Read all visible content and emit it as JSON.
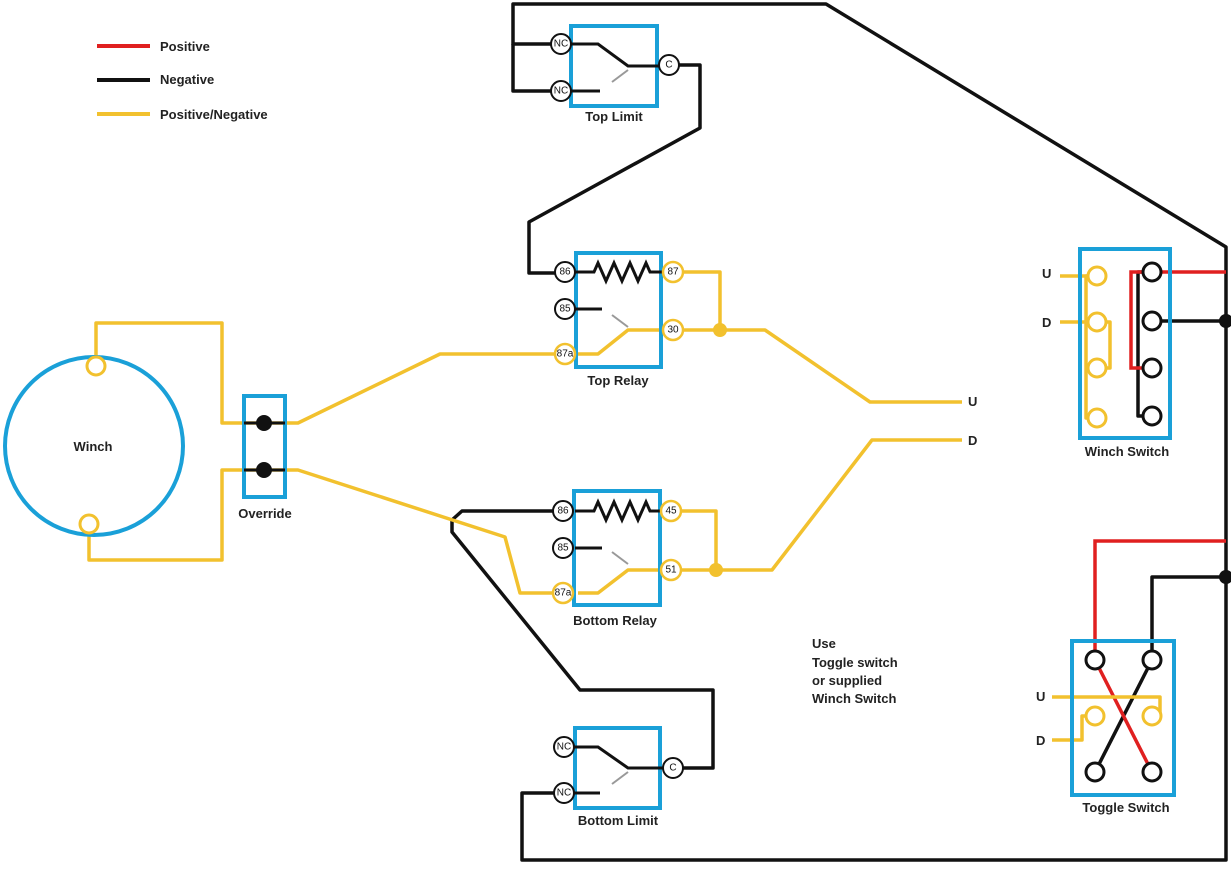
{
  "colors": {
    "positive": "#e02020",
    "negative": "#111111",
    "pos_neg": "#f2c12e",
    "box": "#1aa0d8",
    "grey": "#999999"
  },
  "legend": {
    "positive": "Positive",
    "negative": "Negative",
    "pos_neg": "Positive/Negative"
  },
  "components": {
    "winch": "Winch",
    "override": "Override",
    "top_limit": "Top Limit",
    "top_relay": "Top Relay",
    "bottom_relay": "Bottom Relay",
    "bottom_limit": "Bottom Limit",
    "winch_switch": "Winch Switch",
    "toggle_switch": "Toggle Switch"
  },
  "terminals": {
    "top_limit": {
      "nc1": "NC",
      "nc2": "NC",
      "c": "C"
    },
    "top_relay": {
      "t86": "86",
      "t85": "85",
      "t87a": "87a",
      "t87": "87",
      "t30": "30"
    },
    "bottom_relay": {
      "t86": "86",
      "t85": "85",
      "t87a": "87a",
      "t45": "45",
      "t51": "51"
    },
    "bottom_limit": {
      "nc1": "NC",
      "nc2": "NC",
      "c": "C"
    }
  },
  "output_labels": {
    "u": "U",
    "d": "D"
  },
  "winch_switch_labels": {
    "u": "U",
    "d": "D"
  },
  "toggle_switch_labels": {
    "u": "U",
    "d": "D"
  },
  "note": [
    "Use",
    "Toggle switch",
    "or supplied",
    "Winch Switch"
  ]
}
